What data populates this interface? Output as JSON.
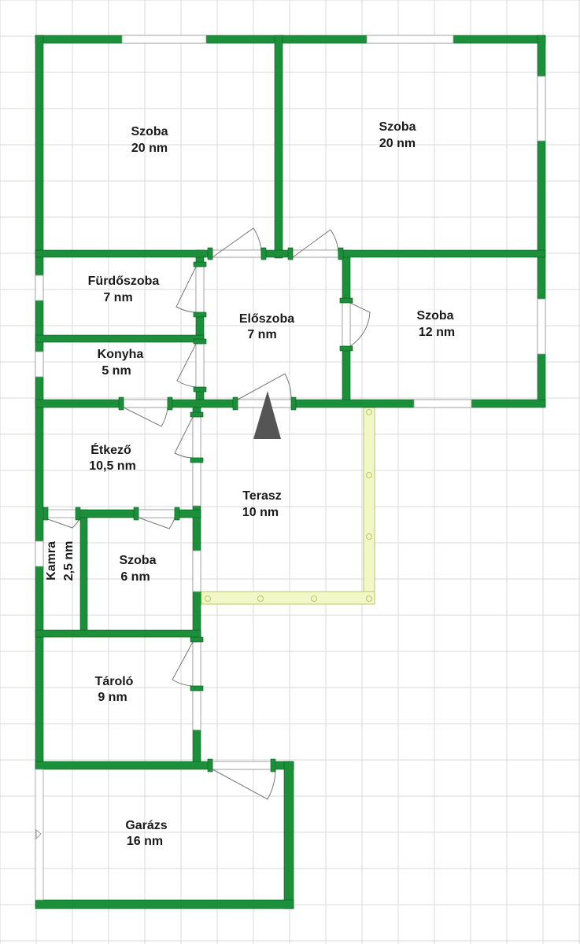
{
  "colors": {
    "wall": "#1b8f3a",
    "wall_outline": "#0d5a22",
    "grid": "#d9d9d9",
    "terrace_fence": "#f2f7c8",
    "terrace_fence_outline": "#b5c96a",
    "window_fill": "#ffffff",
    "window_line": "#9a9a9a",
    "door_arc": "#777777",
    "north_arrow": "#555555",
    "text": "#1a1a1a"
  },
  "rooms": [
    {
      "name": "Szoba",
      "area": "20 nm"
    },
    {
      "name": "Szoba",
      "area": "20 nm"
    },
    {
      "name": "Fürdőszoba",
      "area": "7 nm"
    },
    {
      "name": "Előszoba",
      "area": "7 nm"
    },
    {
      "name": "Szoba",
      "area": "12 nm"
    },
    {
      "name": "Konyha",
      "area": "5 nm"
    },
    {
      "name": "Étkező",
      "area": "10,5 nm"
    },
    {
      "name": "Terasz",
      "area": "10 nm"
    },
    {
      "name": "Szoba",
      "area": "6 nm"
    },
    {
      "name": "Kamra",
      "area": "2,5 nm"
    },
    {
      "name": "Tároló",
      "area": "9 nm"
    },
    {
      "name": "Garázs",
      "area": "16 nm"
    }
  ],
  "icons": {
    "north": "north-arrow-icon"
  }
}
